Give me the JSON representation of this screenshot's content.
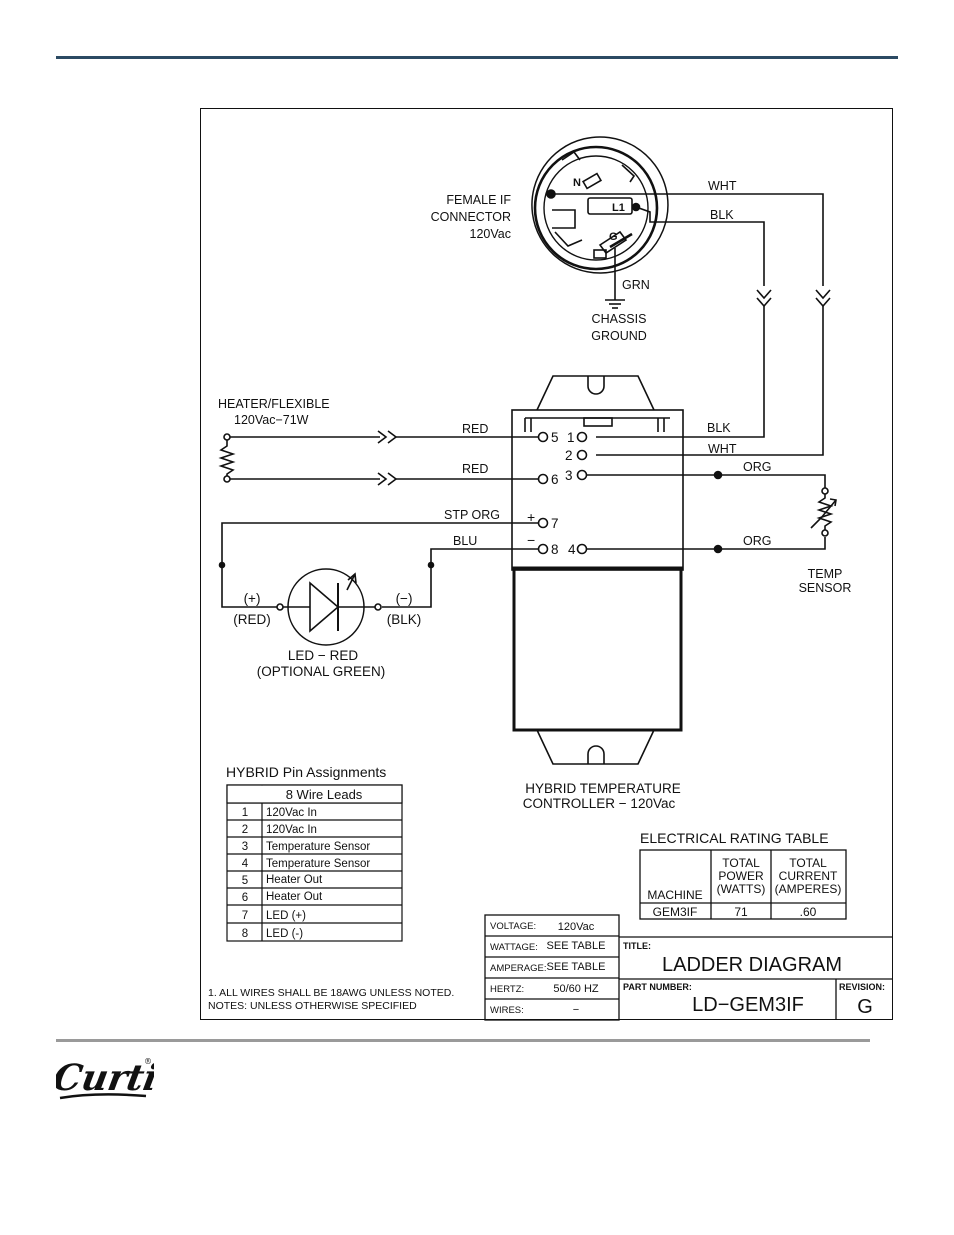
{
  "diagram": {
    "connector": {
      "label": [
        "FEMALE IF",
        "CONNECTOR",
        "120Vac"
      ],
      "pins": {
        "n": "N",
        "l1": "L1",
        "g": "G"
      }
    },
    "ground": {
      "wire": "GRN",
      "label": [
        "CHASSIS",
        "GROUND"
      ]
    },
    "heater": {
      "label": [
        "HEATER/FLEXIBLE",
        "120Vac−71W"
      ]
    },
    "wires": {
      "wht_top": "WHT",
      "blk_top": "BLK",
      "red1": "RED",
      "red2": "RED",
      "blk_pin1": "BLK",
      "wht_pin2": "WHT",
      "org_pin3": "ORG",
      "org_pin4": "ORG",
      "stp_org": "STP ORG",
      "blu": "BLU"
    },
    "controller": {
      "pins": {
        "p5": "5",
        "p6": "6",
        "p7": "7",
        "p8": "8",
        "p1": "1",
        "p2": "2",
        "p3": "3",
        "p4": "4",
        "plus": "+",
        "minus": "−"
      },
      "label": [
        "HYBRID TEMPERATURE",
        "CONTROLLER  −  120Vac"
      ]
    },
    "temp_sensor": {
      "label": [
        "TEMP",
        "SENSOR"
      ]
    },
    "led": {
      "plus": "(+)",
      "plus_color": "(RED)",
      "minus": "(−)",
      "minus_color": "(BLK)",
      "label": [
        "LED  −  RED",
        "(OPTIONAL GREEN)"
      ]
    }
  },
  "pin_table": {
    "title": "HYBRID Pin Assignments",
    "header": "8 Wire Leads",
    "rows": [
      {
        "pin": "1",
        "desc": "120Vac In"
      },
      {
        "pin": "2",
        "desc": "120Vac In"
      },
      {
        "pin": "3",
        "desc": "Temperature Sensor"
      },
      {
        "pin": "4",
        "desc": "Temperature Sensor"
      },
      {
        "pin": "5",
        "desc": "Heater Out"
      },
      {
        "pin": "6",
        "desc": "Heater Out"
      },
      {
        "pin": "7",
        "desc": "LED (+)"
      },
      {
        "pin": "8",
        "desc": "LED (-)"
      }
    ]
  },
  "rating_table": {
    "title": "ELECTRICAL RATING TABLE",
    "headers": {
      "machine": "MACHINE",
      "power": [
        "TOTAL",
        "POWER",
        "(WATTS)"
      ],
      "current": [
        "TOTAL",
        "CURRENT",
        "(AMPERES)"
      ]
    },
    "row": {
      "machine": "GEM3IF",
      "power": "71",
      "current": ".60"
    }
  },
  "notes": [
    "1. ALL WIRES SHALL BE 18AWG UNLESS NOTED.",
    "NOTES: UNLESS OTHERWISE SPECIFIED"
  ],
  "spec_block": [
    {
      "label": "VOLTAGE:",
      "value": "120Vac"
    },
    {
      "label": "WATTAGE:",
      "value": "SEE TABLE"
    },
    {
      "label": "AMPERAGE:",
      "value": "SEE TABLE"
    },
    {
      "label": "HERTZ:",
      "value": "50/60 HZ"
    },
    {
      "label": "WIRES:",
      "value": "−"
    }
  ],
  "title_block": {
    "title_label": "TITLE:",
    "title": "LADDER DIAGRAM",
    "part_label": "PART NUMBER:",
    "part_number": "LD−GEM3IF",
    "rev_label": "REVISION:",
    "revision": "G"
  },
  "logo": {
    "text": "Curtis",
    "mark": "®"
  }
}
